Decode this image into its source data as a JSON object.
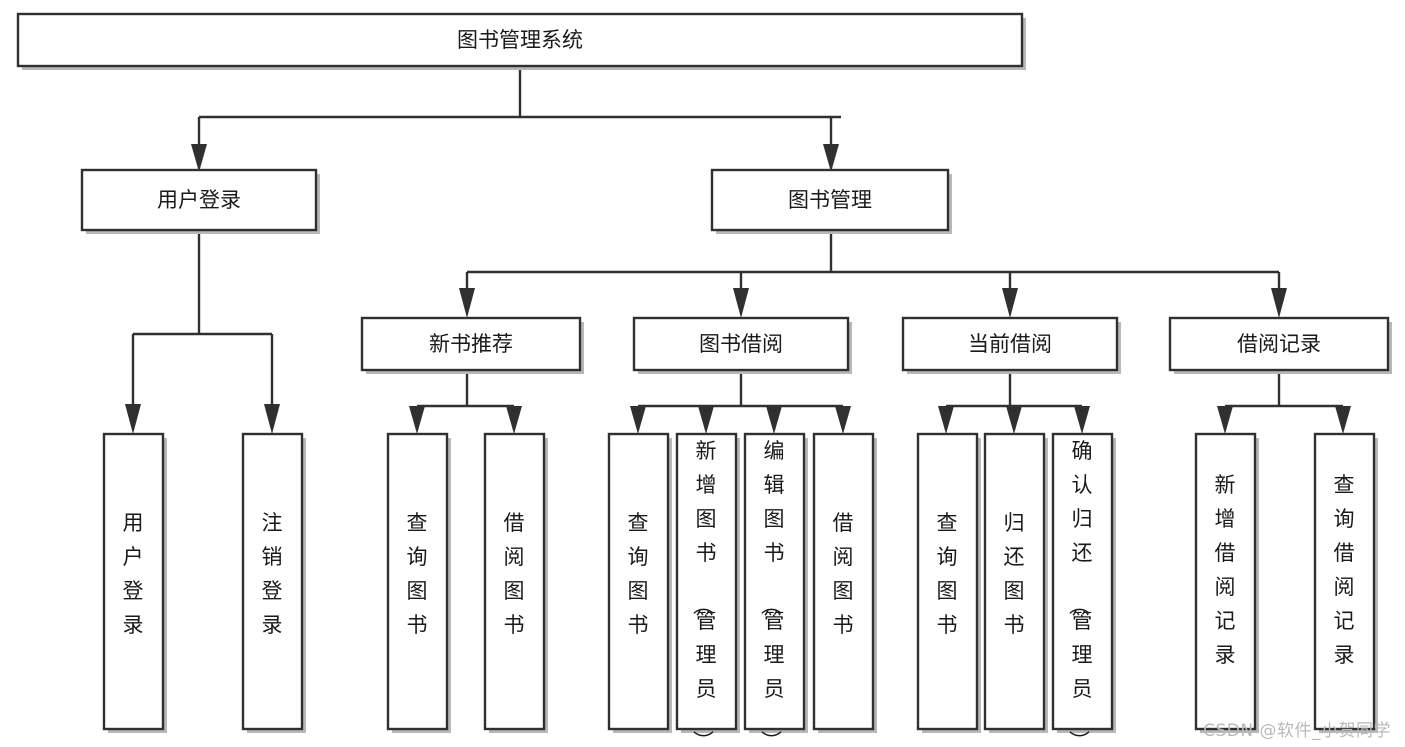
{
  "diagram": {
    "title": "图书管理系统",
    "watermark": "CSDN @软件_小贺同学",
    "colors": {
      "stroke": "#303030",
      "fill": "#ffffff",
      "text": "#1a1a1a",
      "shadow": "#b8b8b8",
      "watermark": "#b9b9b9"
    },
    "root": {
      "label": "图书管理系统"
    },
    "level2": [
      {
        "id": "user-login",
        "label": "用户登录"
      },
      {
        "id": "book-management",
        "label": "图书管理"
      }
    ],
    "level3": [
      {
        "id": "new-book-recommend",
        "label": "新书推荐",
        "parent": "book-management"
      },
      {
        "id": "book-borrow",
        "label": "图书借阅",
        "parent": "book-management"
      },
      {
        "id": "current-borrow",
        "label": "当前借阅",
        "parent": "book-management"
      },
      {
        "id": "borrow-record",
        "label": "借阅记录",
        "parent": "book-management"
      }
    ],
    "leaves": [
      {
        "id": "leaf-user-login",
        "label": "用户登录",
        "parent": "user-login"
      },
      {
        "id": "leaf-logout-login",
        "label": "注销登录",
        "parent": "user-login"
      },
      {
        "id": "leaf-query-book-1",
        "label": "查询图书",
        "parent": "new-book-recommend"
      },
      {
        "id": "leaf-borrow-book-1",
        "label": "借阅图书",
        "parent": "new-book-recommend"
      },
      {
        "id": "leaf-query-book-2",
        "label": "查询图书",
        "parent": "book-borrow"
      },
      {
        "id": "leaf-add-book",
        "label": "新增图书（管理员）",
        "parent": "book-borrow"
      },
      {
        "id": "leaf-edit-book",
        "label": "编辑图书（管理员）",
        "parent": "book-borrow"
      },
      {
        "id": "leaf-borrow-book-2",
        "label": "借阅图书",
        "parent": "book-borrow"
      },
      {
        "id": "leaf-query-book-3",
        "label": "查询图书",
        "parent": "current-borrow"
      },
      {
        "id": "leaf-return-book",
        "label": "归还图书",
        "parent": "current-borrow"
      },
      {
        "id": "leaf-confirm-return",
        "label": "确认归还（管理员）",
        "parent": "current-borrow"
      },
      {
        "id": "leaf-add-record",
        "label": "新增借阅记录",
        "parent": "borrow-record"
      },
      {
        "id": "leaf-query-record",
        "label": "查询借阅记录",
        "parent": "borrow-record"
      }
    ]
  }
}
